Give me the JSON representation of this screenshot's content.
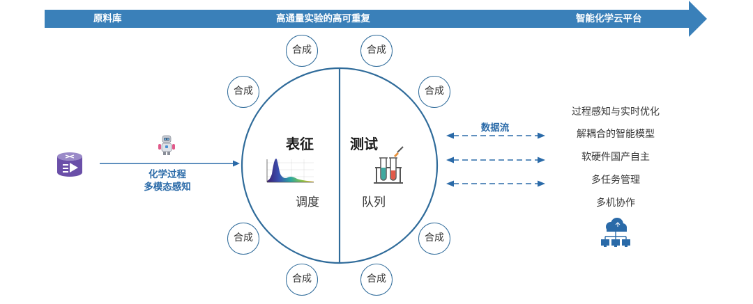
{
  "banner": {
    "left_label": "原料库",
    "center_label": "高通量实验的高可重复",
    "right_label": "智能化学云平台",
    "color": "#3a80b9"
  },
  "synthesis_label": "合成",
  "circle": {
    "left_title": "表征",
    "left_sub": "调度",
    "right_title": "测试",
    "right_sub": "队列",
    "stroke_color": "#2f6b9a"
  },
  "input": {
    "line1": "化学过程",
    "line2": "多模态感知",
    "icons": [
      "router-icon",
      "robot-icon"
    ]
  },
  "data_flow_label": "数据流",
  "features": [
    "过程感知与实时优化",
    "解耦合的智能模型",
    "软硬件国产自主",
    "多任务管理",
    "多机协作"
  ],
  "accent_color": "#2a6aa8",
  "icons": [
    "spectrum-chart-icon",
    "test-tube-icon",
    "cloud-network-icon"
  ]
}
